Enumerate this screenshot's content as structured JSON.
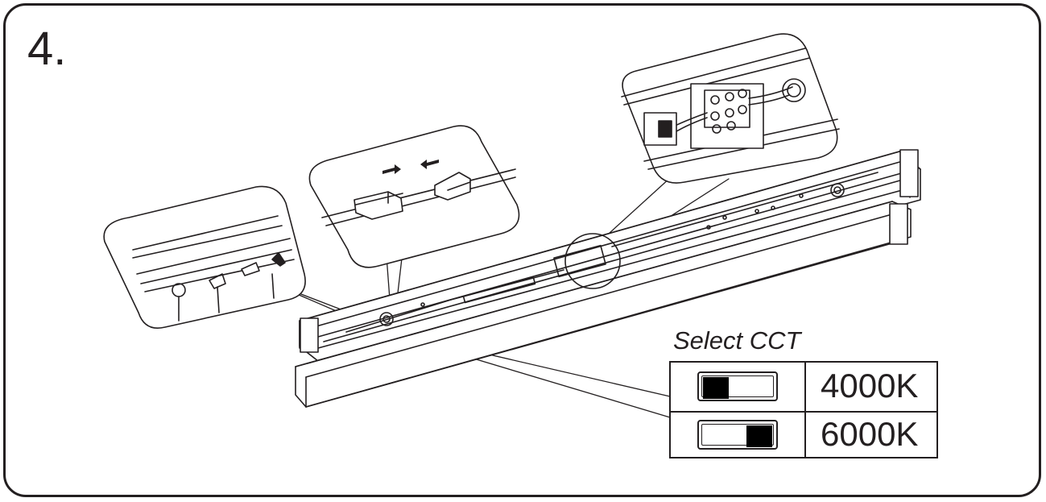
{
  "step": {
    "number": "4."
  },
  "cct": {
    "title": "Select CCT",
    "options": [
      {
        "label": "4000K",
        "switch_position": "left"
      },
      {
        "label": "6000K",
        "switch_position": "right"
      }
    ]
  },
  "colors": {
    "line": "#231f20",
    "background": "#ffffff"
  }
}
